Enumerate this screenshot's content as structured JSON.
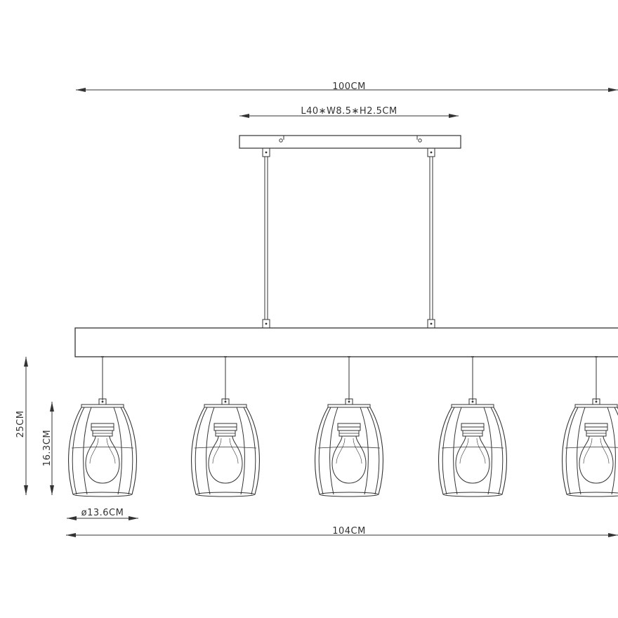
{
  "dimensions": {
    "overall_width_top": "100CM",
    "canopy_size": "L40∗W8.5∗H2.5CM",
    "total_height": "25CM",
    "shade_height": "16.3CM",
    "shade_diameter": "ø13.6CM",
    "overall_width_bottom": "104CM"
  },
  "fixture": {
    "shade_count": 5,
    "line_color": "#333333"
  }
}
